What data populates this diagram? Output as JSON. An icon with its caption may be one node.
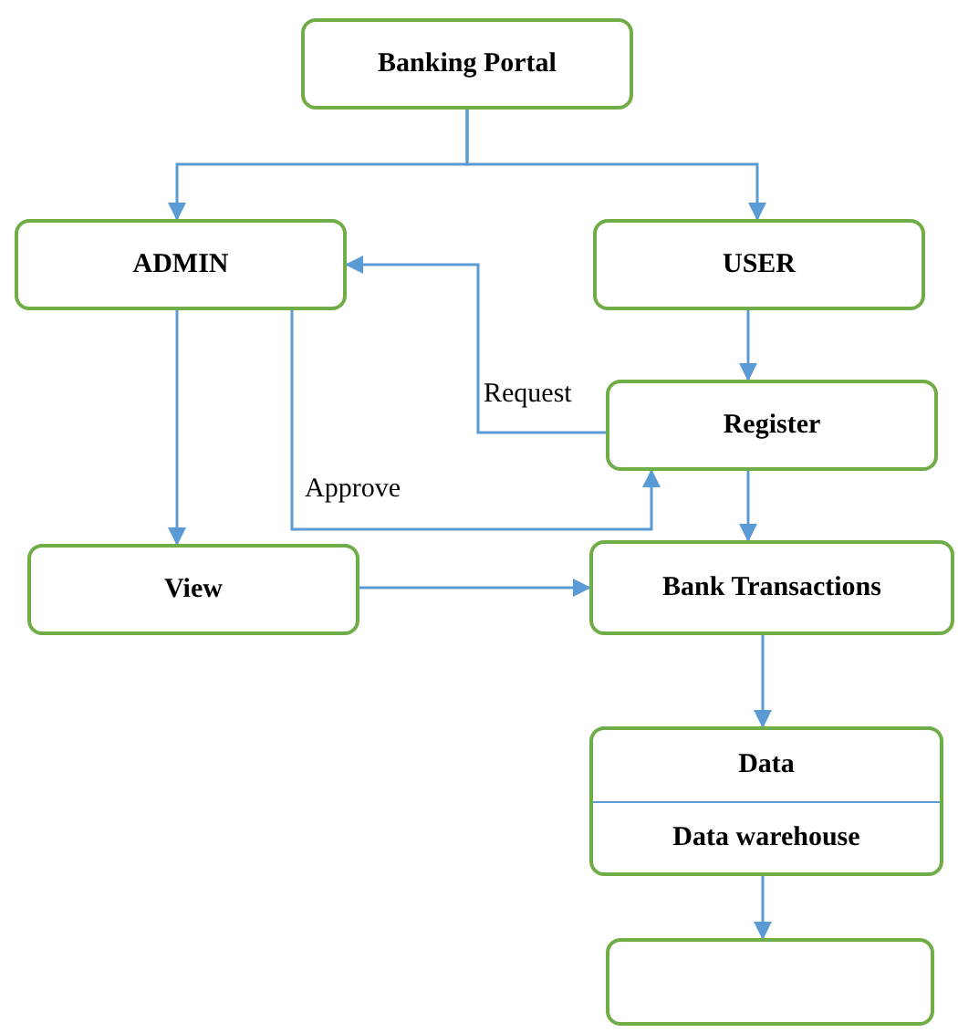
{
  "diagram": {
    "nodes": [
      {
        "text": [
          "Banking Portal"
        ]
      },
      {
        "text": [
          "ADMIN"
        ]
      },
      {
        "text": [
          "USER"
        ]
      },
      {
        "text": [
          "Register"
        ]
      },
      {
        "text": [
          "View"
        ]
      },
      {
        "text": [
          "Bank Transactions"
        ]
      },
      {
        "text": [
          "Data",
          "Data warehouse"
        ]
      },
      {
        "text": [],
        "shape": "box"
      }
    ],
    "edges": [
      {
        "from": 0,
        "to": 1,
        "arrow": "to"
      },
      {
        "from": 0,
        "to": 2,
        "arrow": "to"
      },
      {
        "from": 2,
        "to": 3,
        "arrow": "to"
      },
      {
        "from": 3,
        "to": 1,
        "arrow": "to",
        "label": "Request"
      },
      {
        "from": 1,
        "to": 3,
        "arrow": "to",
        "label": "Approve"
      },
      {
        "from": 1,
        "to": 4,
        "arrow": "to"
      },
      {
        "from": 3,
        "to": 5,
        "arrow": "to"
      },
      {
        "from": 4,
        "to": 5,
        "arrow": "to"
      },
      {
        "from": 5,
        "to": 6,
        "arrow": "to"
      },
      {
        "from": 6,
        "to": 7,
        "arrow": "to"
      }
    ]
  }
}
